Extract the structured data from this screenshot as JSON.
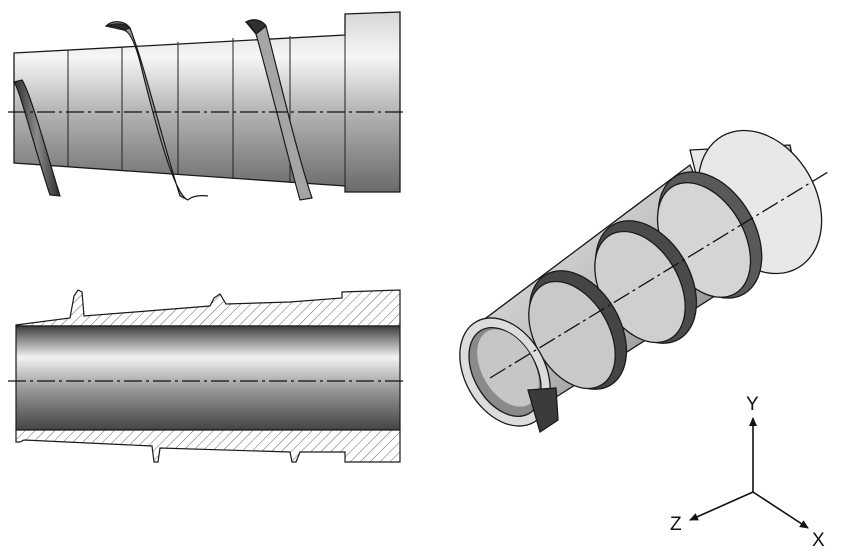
{
  "figure": {
    "axes": {
      "y_label": "Y",
      "z_label": "Z",
      "x_label": "X"
    },
    "colors": {
      "outline": "#1a1a1a",
      "shaft_light": "#f4f4f4",
      "shaft_mid": "#bdbdbd",
      "shaft_dark": "#6e6e6e",
      "flight_dark": "#3a3a3a",
      "hatch": "#555555",
      "background": "#ffffff"
    }
  }
}
